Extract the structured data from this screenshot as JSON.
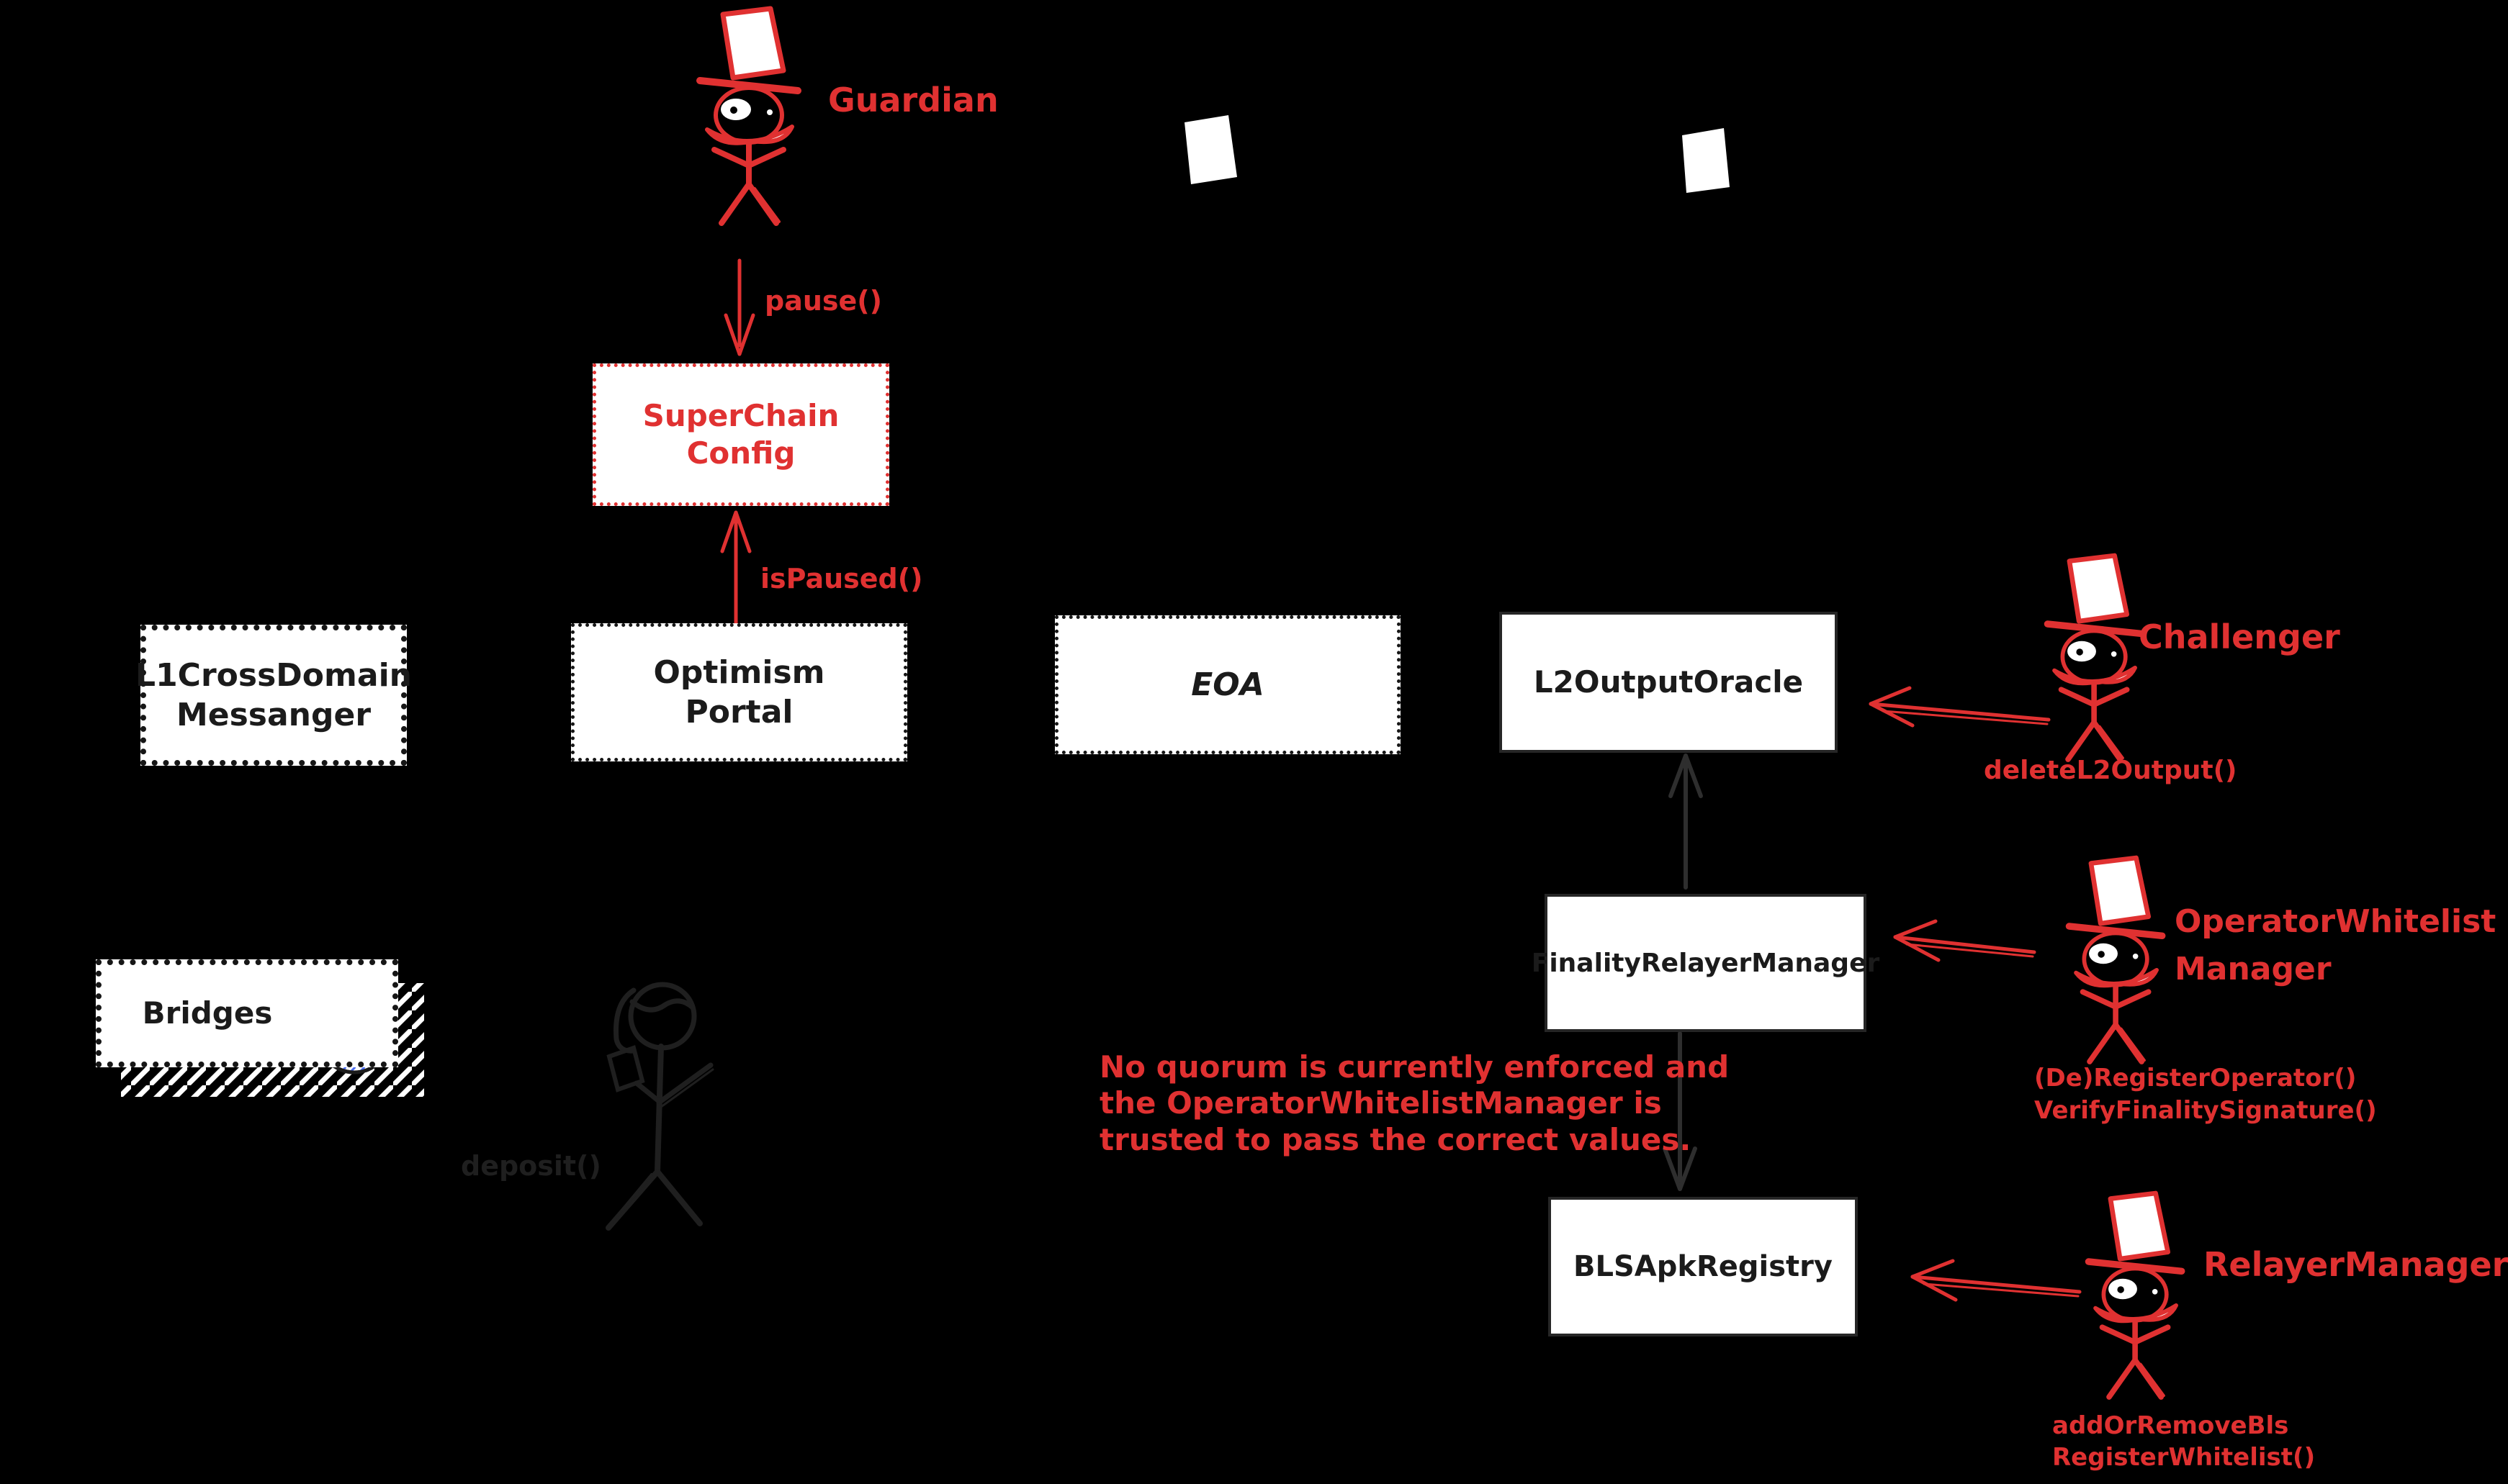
{
  "colors": {
    "background": "#000000",
    "accent_red": "#e03131",
    "coin_hatch_blue": "#4c6ef5",
    "box_fill": "#ffffff",
    "box_text": "#1b1b1b",
    "dim_arrow_gray": "#2e2e2e",
    "faint_actor_gray": "#1f1f1f"
  },
  "actors": {
    "guardian": {
      "name": "Guardian",
      "call": "pause()"
    },
    "challenger": {
      "name": "Challenger",
      "call": "deleteL2Output()"
    },
    "operator_whitelist_manager": {
      "name_line1": "OperatorWhitelist",
      "name_line2": "Manager",
      "call_line1": "(De)RegisterOperator()",
      "call_line2": "VerifyFinalitySignature()"
    },
    "relayer_manager": {
      "name": "RelayerManager",
      "call_line1": "addOrRemoveBls",
      "call_line2": "RegisterWhitelist()"
    },
    "depositor": {
      "call": "deposit()"
    }
  },
  "calls": {
    "is_paused": "isPaused()"
  },
  "boxes": {
    "superchain_config": {
      "line1": "SuperChain",
      "line2": "Config"
    },
    "l1_cross_domain_messanger": {
      "line1": "L1CrossDomain",
      "line2": "Messanger"
    },
    "optimism_portal": {
      "line1": "Optimism",
      "line2": "Portal"
    },
    "eoa": {
      "label": "EOA"
    },
    "l2_output_oracle": {
      "label": "L2OutputOracle"
    },
    "finality_relayer_manager": {
      "label": "FinalityRelayerManager"
    },
    "bls_apk_registry": {
      "label": "BLSApkRegistry"
    },
    "bridges": {
      "label": "Bridges",
      "coin_symbol": "$"
    }
  },
  "note": {
    "line1": "No quorum is currently enforced and",
    "line2": "the OperatorWhitelistManager is",
    "line3": "trusted to pass the correct values."
  }
}
